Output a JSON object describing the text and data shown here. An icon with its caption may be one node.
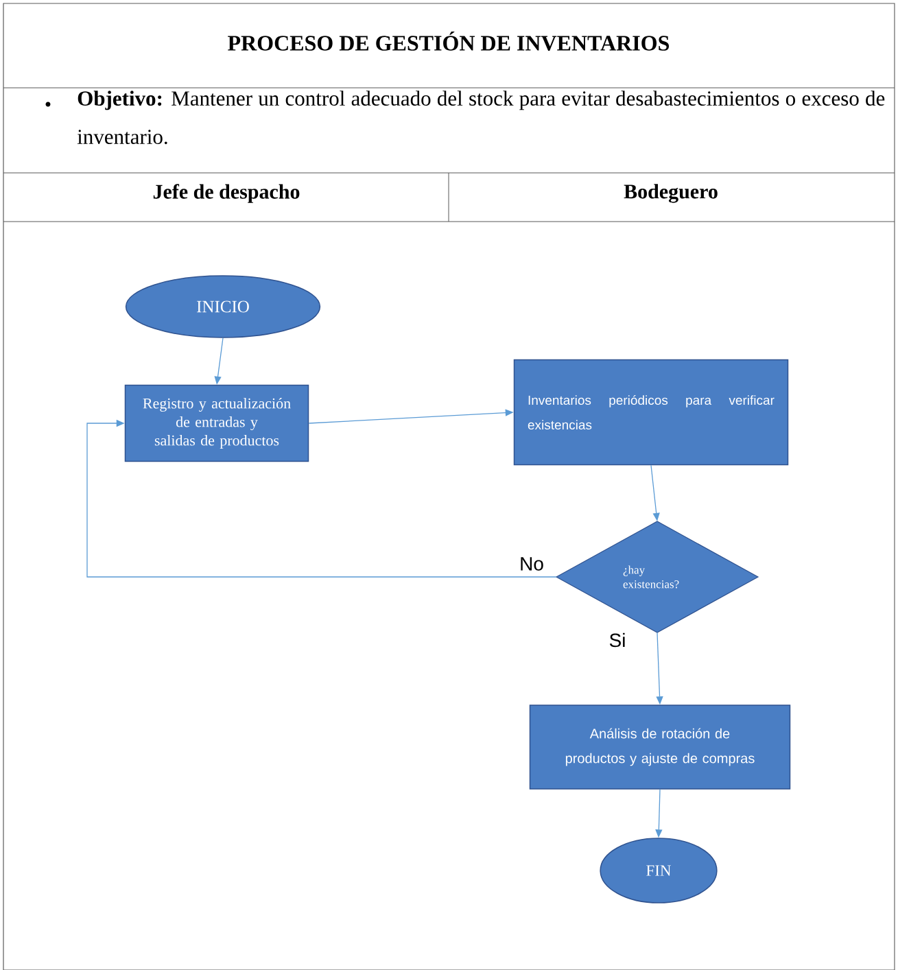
{
  "diagram": {
    "title": "PROCESO DE GESTIÓN DE INVENTARIOS",
    "nodes": [
      {
        "text": [
          "INICIO"
        ]
      },
      {
        "text": [
          "Registro y actualización de entradas y salidas de productos"
        ]
      },
      {
        "text": [
          "Inventarios periódicos para verificar existencias"
        ]
      },
      {
        "text": [
          "¿hay existencias?"
        ]
      },
      {
        "text": [
          "Análisis de rotación de productos y ajuste de compras"
        ]
      },
      {
        "text": [
          "FIN"
        ]
      }
    ],
    "edges": [
      {
        "from": 0,
        "to": 1,
        "arrow": "to"
      },
      {
        "from": 1,
        "to": 2,
        "arrow": "to"
      },
      {
        "from": 2,
        "to": 3,
        "arrow": "to"
      },
      {
        "from": 3,
        "to": 1,
        "arrow": "to",
        "label": "No"
      },
      {
        "from": 3,
        "to": 4,
        "arrow": "to",
        "label": "Si"
      },
      {
        "from": 4,
        "to": 5,
        "arrow": "to"
      }
    ],
    "labels": [
      "**Objetivo:** Mantener un control adecuado del stock para evitar desabastecimientos o exceso de inventario.",
      "Jefe de despacho",
      "Bodeguero"
    ]
  }
}
